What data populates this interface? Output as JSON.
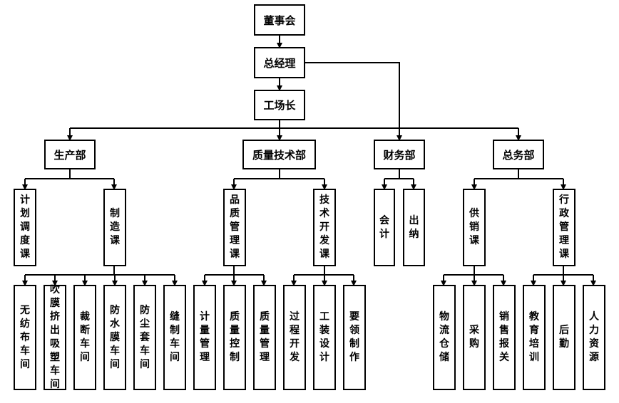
{
  "org": {
    "chairman": "董事会",
    "gm": "总经理",
    "factory_head": "工场长",
    "dept_production": "生产部",
    "dept_quality": "质量技术部",
    "dept_finance": "财务部",
    "dept_general": "总务部",
    "plan": "计划调度课",
    "manufacture": "制造课",
    "quality_mgmt": "品质管理课",
    "tech_dev": "技术开发课",
    "accounting": "会计",
    "cashier": "出纳",
    "supply_sales": "供销课",
    "admin_mgmt": "行政管理课",
    "nonwoven": "无纺布车间",
    "film_blow": "吹膜挤出吸塑车间",
    "cutting": "裁断车间",
    "waterproof": "防水膜车间",
    "dustcover": "防尘套车间",
    "sewing": "缝制车间",
    "metering": "计量管理",
    "qc": "质量控制",
    "qm": "质量管理",
    "process_dev": "过程开发",
    "tooling": "工装设计",
    "essentials": "要领制作",
    "logistics": "物流仓储",
    "purchase": "采购",
    "sales_customs": "销售报关",
    "training": "教育培训",
    "logistics_support": "后勤",
    "hr": "人力资源"
  }
}
